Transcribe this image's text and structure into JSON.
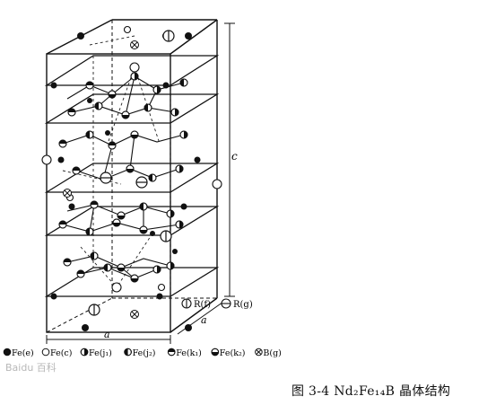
{
  "diagram": {
    "axis_label_c": "c",
    "axis_label_a_front": "a",
    "axis_label_a_side": "a",
    "site_labels": {
      "nd_f": "R(f)",
      "nd_g": "R(g)"
    }
  },
  "legend": [
    {
      "symbol": "solid",
      "label": "Fe(e)"
    },
    {
      "symbol": "open",
      "label": "Fe(c)"
    },
    {
      "symbol": "right-half",
      "label": "Fe(j₁)"
    },
    {
      "symbol": "left-half",
      "label": "Fe(j₂)"
    },
    {
      "symbol": "top-half",
      "label": "Fe(k₁)"
    },
    {
      "symbol": "bottom-half",
      "label": "Fe(k₂)"
    },
    {
      "symbol": "cross",
      "label": "B(g)"
    }
  ],
  "caption": "图 3-4 Nd₂Fe₁₄B 晶体结构",
  "watermark": "Baidu 百科"
}
